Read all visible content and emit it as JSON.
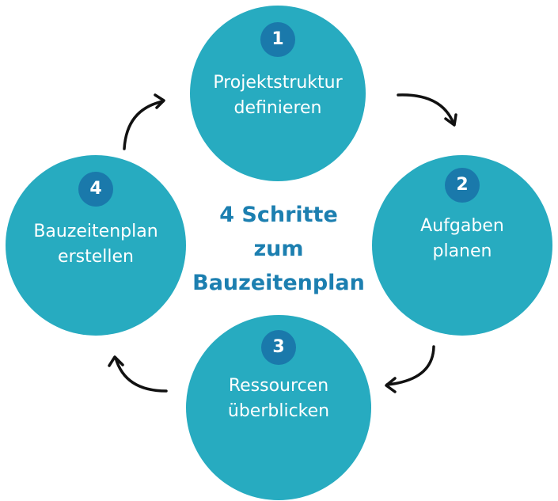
{
  "center_title": [
    "4 Schritte",
    "zum",
    "Bauzeitenplan"
  ],
  "steps": [
    {
      "number": "1",
      "lines": [
        "Projektstruktur",
        "definieren"
      ]
    },
    {
      "number": "2",
      "lines": [
        "Aufgaben",
        "planen"
      ]
    },
    {
      "number": "3",
      "lines": [
        "Ressourcen",
        "überblicken"
      ]
    },
    {
      "number": "4",
      "lines": [
        "Bauzeitenplan",
        "erstellen"
      ]
    }
  ],
  "colors": {
    "circle": "#27abc0",
    "badge": "#1a79ab",
    "title": "#1c7fb0",
    "arrow": "#111111"
  }
}
